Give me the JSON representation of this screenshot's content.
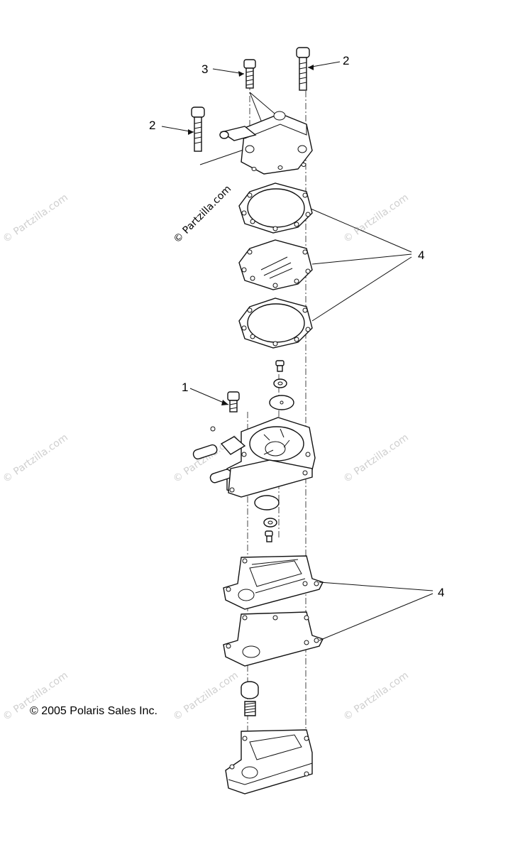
{
  "callouts": {
    "top_screw_left": "2",
    "top_screw_center": "3",
    "top_screw_right": "2",
    "upper_gaskets": "4",
    "side_screw": "1",
    "lower_gaskets": "4"
  },
  "copyright": "© 2005 Polaris Sales Inc.",
  "watermarks": {
    "main": "© Partzilla.com",
    "faint": "© Partzilla.com"
  }
}
